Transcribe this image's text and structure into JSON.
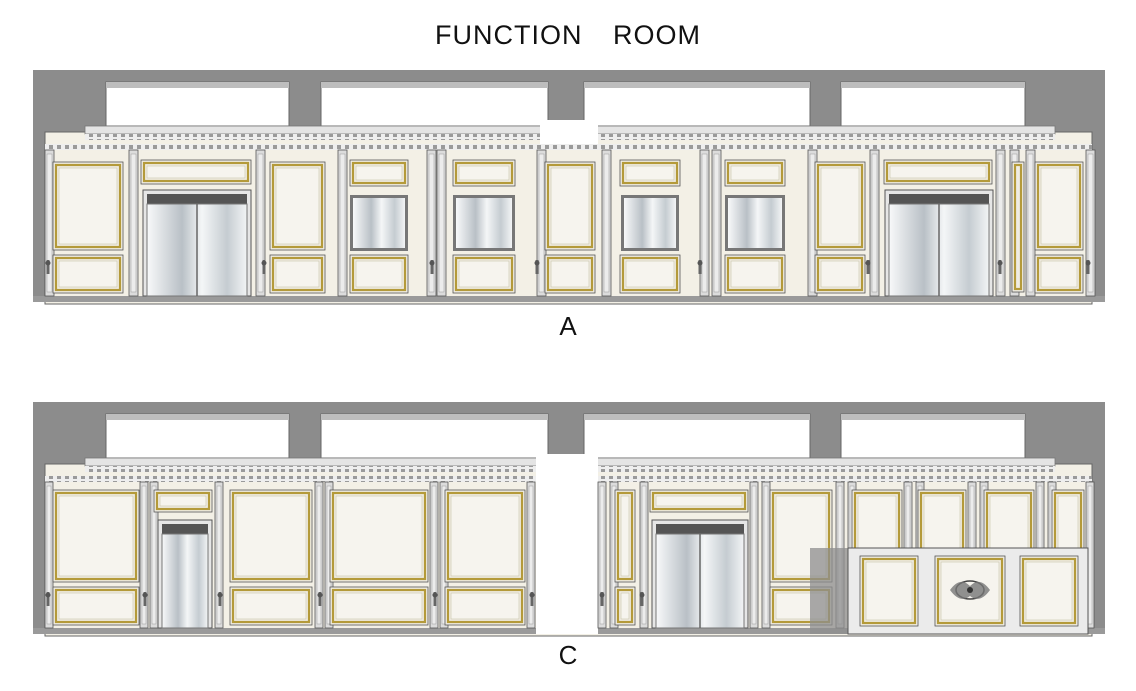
{
  "title": "FUNCTION    ROOM",
  "elevations": [
    {
      "label": "A"
    },
    {
      "label": "C"
    }
  ],
  "colors": {
    "ceiling_gray": "#8c8c8c",
    "wall_cream": "#f3f0e6",
    "panel_fill": "#efece3",
    "gold_trim": "#b49a3a",
    "pilaster": "#dcdcdc",
    "glass": "#cfd5da",
    "outline": "#555555"
  },
  "icons": [
    "ornament-medallion-icon",
    "wall-sconce-icon"
  ]
}
